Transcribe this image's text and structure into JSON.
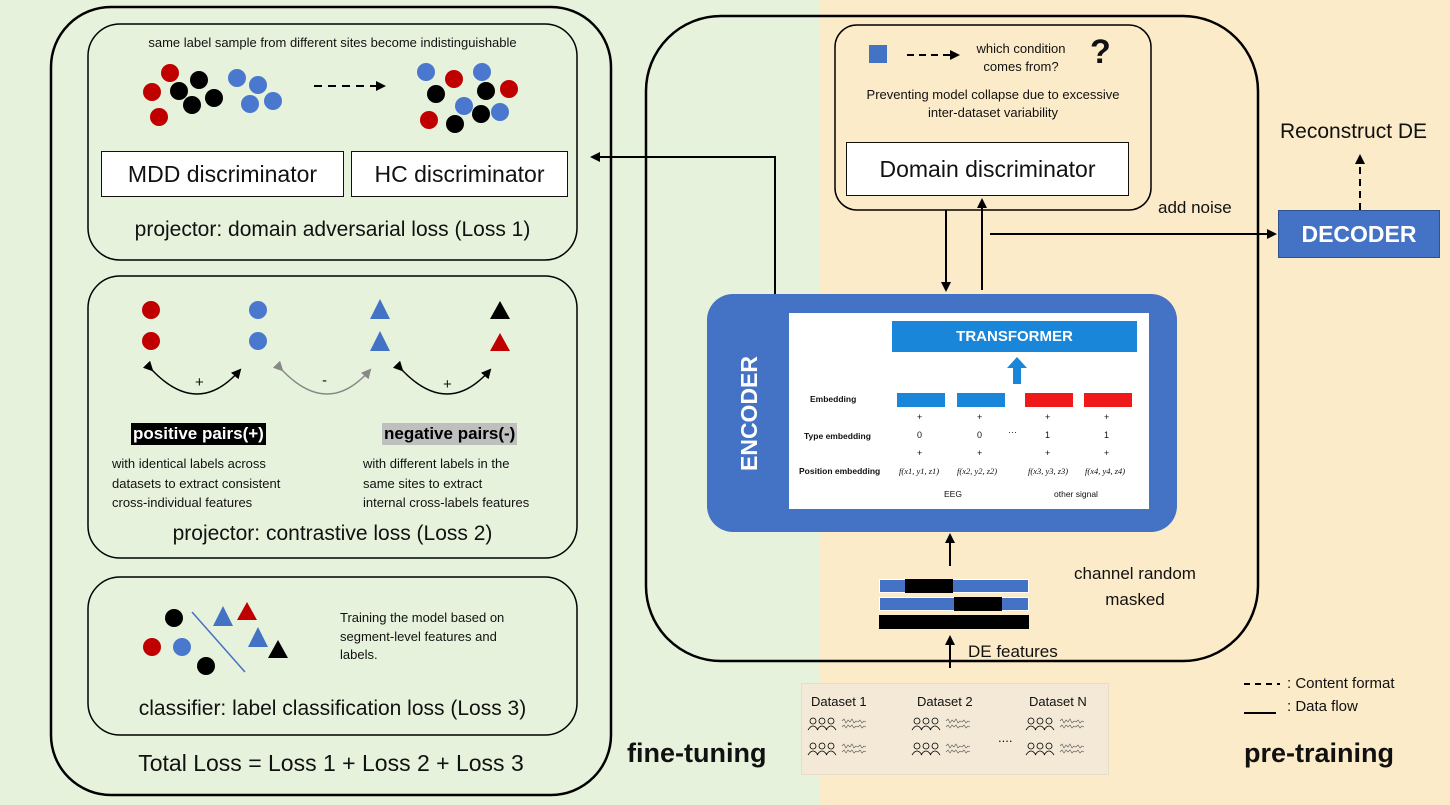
{
  "adv": {
    "caption": "same label sample from different sites become indistinguishable",
    "mdd_label": "MDD discriminator",
    "hc_label": "HC discriminator",
    "loss_label": "projector: domain adversarial loss (Loss 1)"
  },
  "contrast": {
    "plus1": "+",
    "minus": "-",
    "plus2": "+",
    "positive_title": "positive pairs(+)",
    "positive_desc": [
      "with identical labels across",
      "datasets to extract consistent",
      "cross-individual features"
    ],
    "negative_title": "negative pairs(-)",
    "negative_desc": [
      "with different labels in the",
      "same sites  to extract",
      "internal  cross-labels features"
    ],
    "loss_label": "projector: contrastive loss (Loss 2)"
  },
  "classifier": {
    "desc": [
      "Training the model based on",
      "segment-level features and",
      "labels."
    ],
    "loss_label": "classifier: label classification loss (Loss 3)"
  },
  "total_loss": "Total Loss = Loss 1 + Loss 2 + Loss 3",
  "domain": {
    "question": [
      "which condition",
      "comes from?"
    ],
    "qmark": "?",
    "note": [
      "Preventing model collapse due to excessive",
      "inter-dataset variability"
    ],
    "discriminator_label": "Domain discriminator"
  },
  "encoder": {
    "label": "ENCODER",
    "transformer": "TRANSFORMER",
    "row_embedding": "Embedding",
    "row_type": "Type embedding",
    "row_position": "Position embedding",
    "plus": "+",
    "type_values": [
      "0",
      "0",
      "1",
      "1"
    ],
    "ellipsis": "···",
    "position_values": [
      "f(x1, y1, z1)",
      "f(x2, y2, z2)",
      "f(x3, y3, z3)",
      "f(x4, y4, z4)"
    ],
    "eeg": "EEG",
    "other": "other signal",
    "colors": {
      "encoder_bg": "#4472c4",
      "transformer": "#1a86d9",
      "eeg_block": "#1a86d9",
      "other_block": "#f01919"
    }
  },
  "decoder": {
    "label": "DECODER",
    "color": "#4472c4"
  },
  "reconstruct": "Reconstruct DE",
  "add_noise": "add noise",
  "channel_masked": [
    "channel random",
    "masked"
  ],
  "de_features": "DE features",
  "datasets": {
    "names": [
      "Dataset 1",
      "Dataset 2",
      "Dataset N"
    ],
    "ellipsis": "....",
    "people_icon": "people-icon",
    "wave_icon": "signal-wave-icon"
  },
  "legend": {
    "dashed": ": Content format",
    "solid": ": Data flow"
  },
  "phase": {
    "fine_tuning": "fine-tuning",
    "pre_training": "pre-training"
  }
}
